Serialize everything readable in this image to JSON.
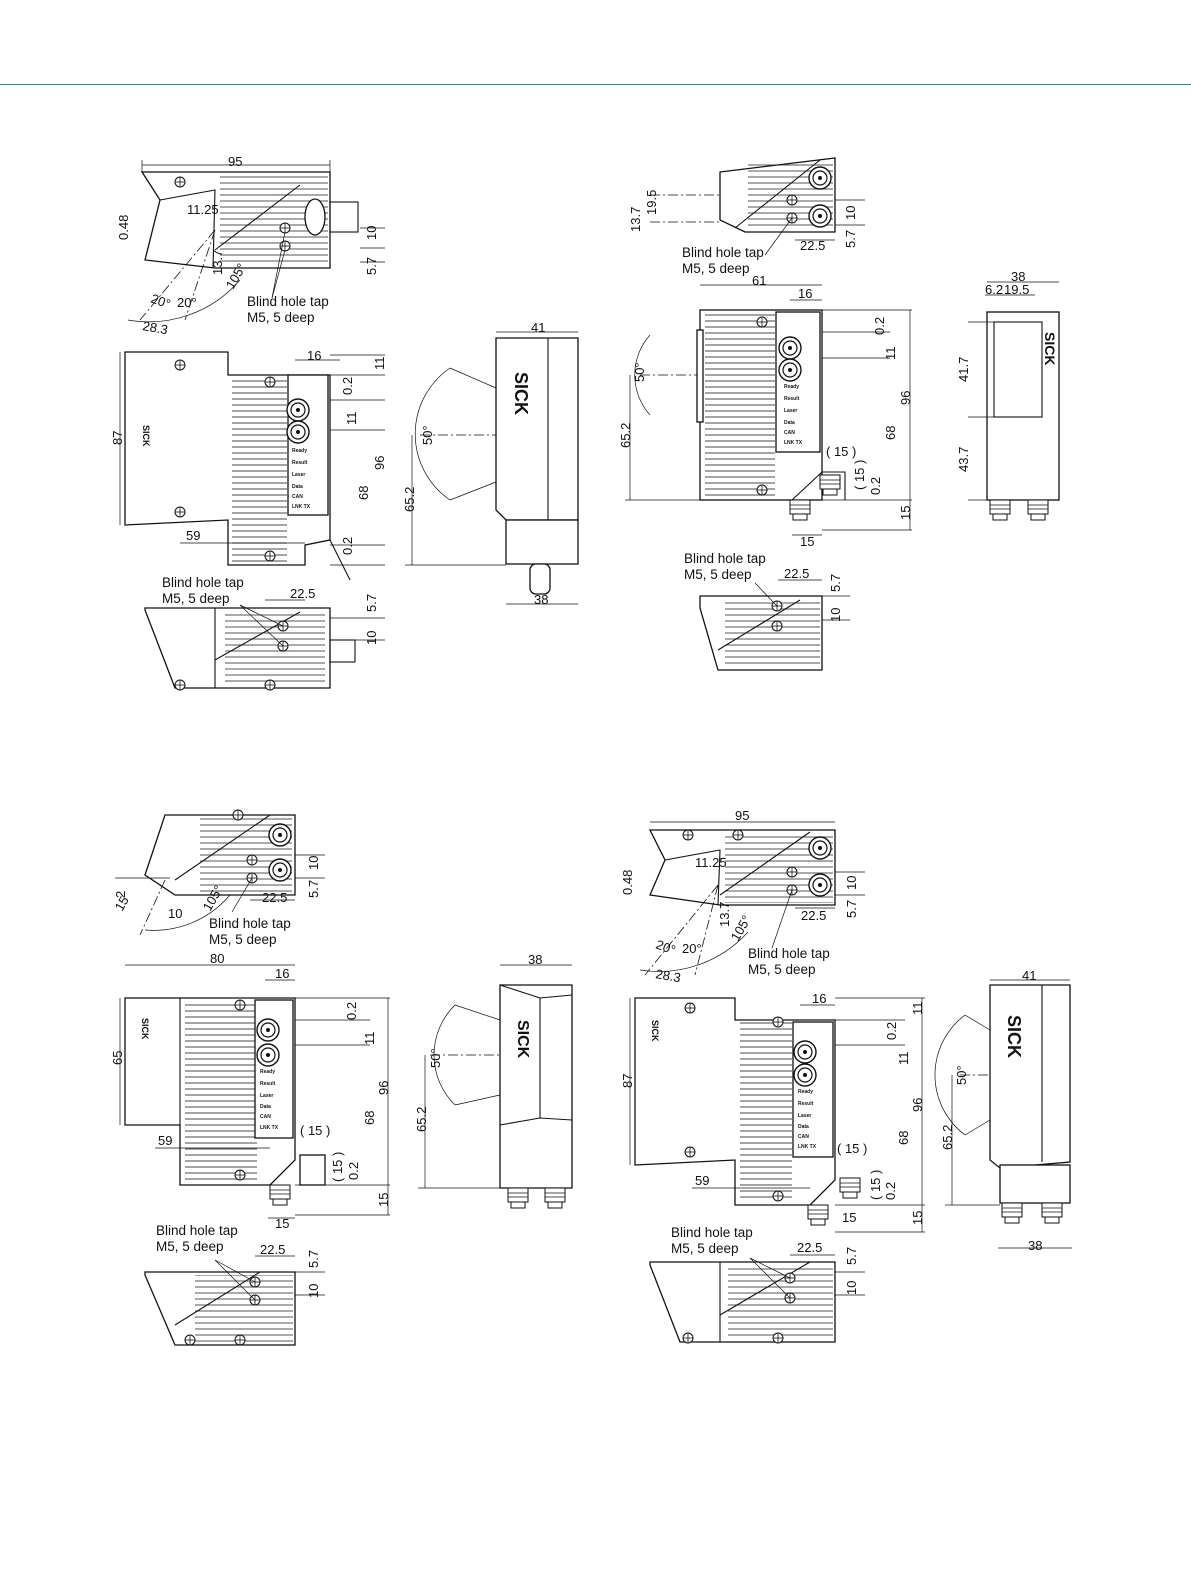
{
  "colors": {
    "header_rule": "#2a8a9a",
    "line": "#111111",
    "background": "#ffffff"
  },
  "brand": {
    "logo": "SICK"
  },
  "notes": {
    "blind_hole_line1": "Blind hole tap",
    "blind_hole_line2": "M5, 5 deep"
  },
  "led_labels": [
    "Ready",
    "Result",
    "Laser",
    "Data",
    "CAN",
    "LNK TX"
  ],
  "drawings": {
    "tl": {
      "top": {
        "width": "95",
        "d1": "0.48",
        "d2": "11.25",
        "d3": "13.7",
        "a1": "105°",
        "a2": "20°",
        "a3": "20°",
        "d4": "28.3",
        "d5": "10",
        "d6": "5.7"
      },
      "front": {
        "d16": "16",
        "d11a": "11",
        "d02a": "0.2",
        "d11b": "11",
        "d96": "96",
        "d68": "68",
        "d87": "87",
        "d59": "59",
        "d02b": "0.2"
      },
      "bottom": {
        "d225": "22.5",
        "d57": "5.7",
        "d10": "10"
      },
      "side": {
        "d41": "41",
        "a50": "50°",
        "d652": "65.2",
        "d38": "38"
      }
    },
    "tr": {
      "top": {
        "d137": "13.7",
        "d195": "19.5",
        "d10": "10",
        "d57": "5.7",
        "d225": "22.5"
      },
      "front": {
        "d61": "61",
        "d16": "16",
        "d02a": "0.2",
        "d11": "11",
        "d96": "96",
        "d68": "68",
        "a50": "50°",
        "d652": "65.2",
        "d15p": "( 15 )",
        "d15pv": "( 15 )",
        "d02b": "0.2",
        "d15": "15",
        "d15b": "15"
      },
      "bottom": {
        "d225": "22.5",
        "d57": "5.7",
        "d10": "10"
      },
      "side": {
        "d38": "38",
        "d62": "6.2",
        "d195": "19.5",
        "d417": "41.7",
        "d437": "43.7"
      }
    },
    "bl": {
      "top": {
        "d2": "2",
        "d15": "15",
        "d10": "10",
        "a105": "105°",
        "d225": "22.5",
        "d10b": "10",
        "d57": "5.7"
      },
      "front": {
        "d80": "80",
        "d16": "16",
        "d02a": "0.2",
        "d11": "11",
        "d96": "96",
        "d68": "68",
        "d65": "65",
        "d59": "59",
        "d15p": "( 15 )",
        "d15pv": "( 15 )",
        "d02b": "0.2",
        "d15": "15",
        "d15b": "15"
      },
      "bottom": {
        "d225": "22.5",
        "d57": "5.7",
        "d10": "10"
      },
      "side": {
        "d38": "38",
        "a50": "50°",
        "d652": "65.2"
      }
    },
    "br": {
      "top": {
        "width": "95",
        "d1": "0.48",
        "d2": "11.25",
        "d3": "13.7",
        "a1": "105°",
        "a2": "20°",
        "a3": "20°",
        "d4": "28.3",
        "d5": "10",
        "d6": "5.7",
        "d225": "22.5"
      },
      "front": {
        "d16": "16",
        "d11a": "11",
        "d02a": "0.2",
        "d11b": "11",
        "d96": "96",
        "d68": "68",
        "d87": "87",
        "d59": "59",
        "d15p": "( 15 )",
        "d15pv": "( 15 )",
        "d02b": "0.2",
        "d15": "15",
        "d15b": "15"
      },
      "bottom": {
        "d225": "22.5",
        "d57": "5.7",
        "d10": "10"
      },
      "side": {
        "d41": "41",
        "a50": "50°",
        "d652": "65.2",
        "d38": "38"
      }
    }
  }
}
